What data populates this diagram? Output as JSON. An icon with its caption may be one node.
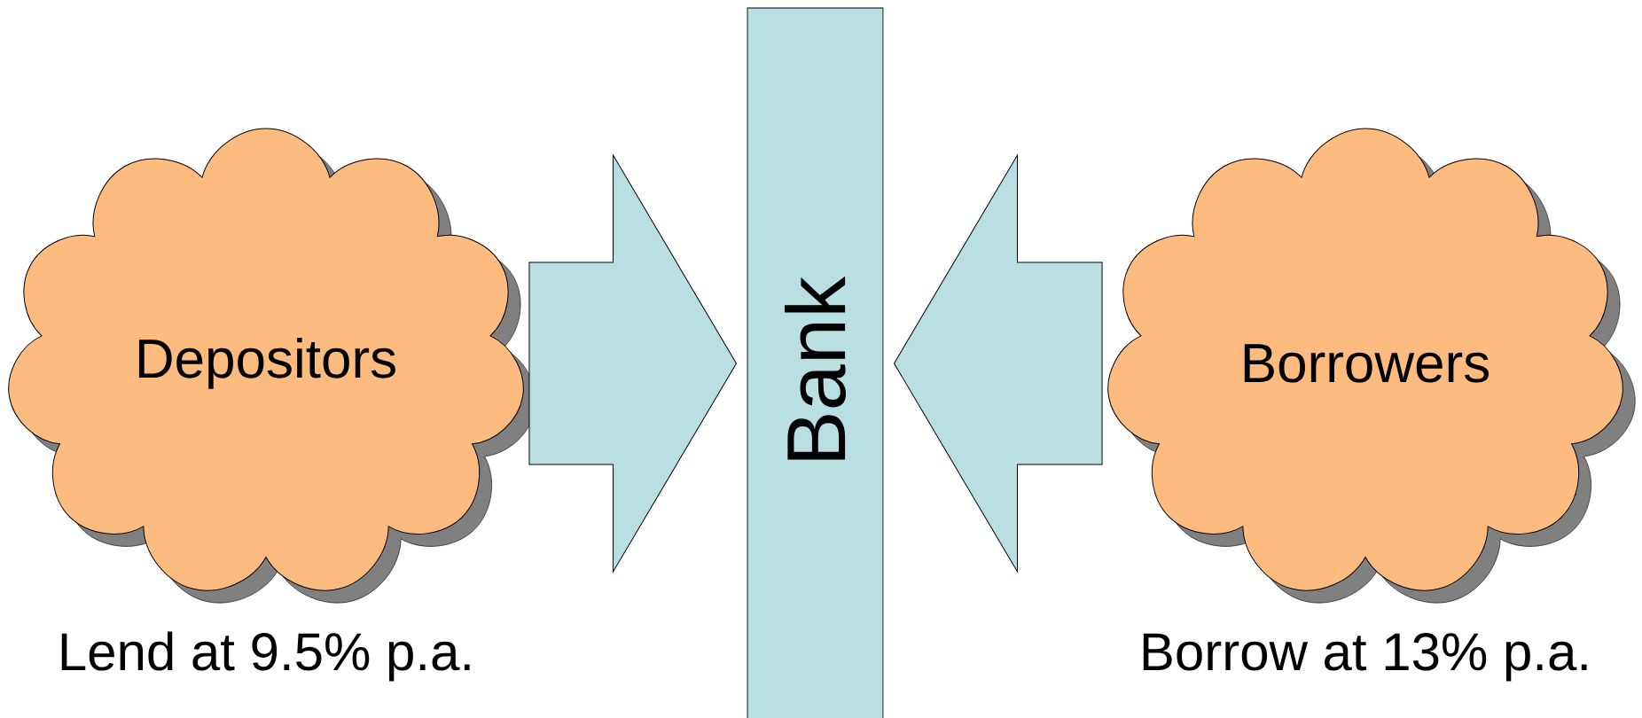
{
  "diagram": {
    "nodes": [
      {
        "text": [
          "Depositors"
        ],
        "beside": [
          "Lend at 9.5% p.a."
        ]
      },
      {
        "text": [
          "Bank"
        ]
      },
      {
        "text": [
          "Borrowers"
        ],
        "beside": [
          "Borrow at 13% p.a."
        ]
      }
    ],
    "edges": [
      {
        "from": 0,
        "to": 1,
        "arrow": "to"
      },
      {
        "from": 2,
        "to": 1,
        "arrow": "to"
      }
    ]
  }
}
